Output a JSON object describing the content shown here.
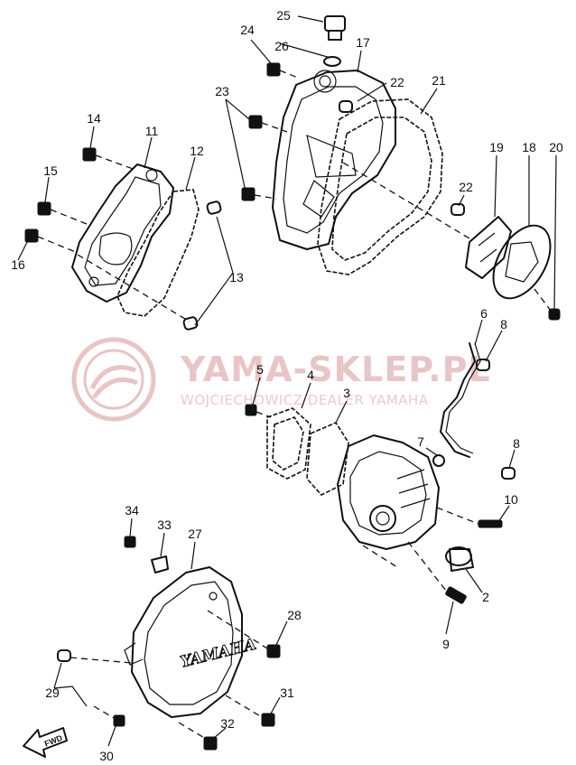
{
  "watermark": {
    "title": "YAMA-SKLEP.PL",
    "subtitle": "WOJCIECHOWICZ DEALER YAMAHA",
    "color": "#e8b4b4"
  },
  "cover_logo": "YAMAHA",
  "direction_label": "FWD",
  "part_numbers": [
    "2",
    "3",
    "4",
    "5",
    "6",
    "7",
    "8",
    "8",
    "9",
    "10",
    "11",
    "12",
    "13",
    "14",
    "15",
    "16",
    "17",
    "18",
    "19",
    "20",
    "21",
    "22",
    "22",
    "23",
    "24",
    "25",
    "26",
    "27",
    "28",
    "29",
    "30",
    "31",
    "32",
    "33",
    "34"
  ]
}
